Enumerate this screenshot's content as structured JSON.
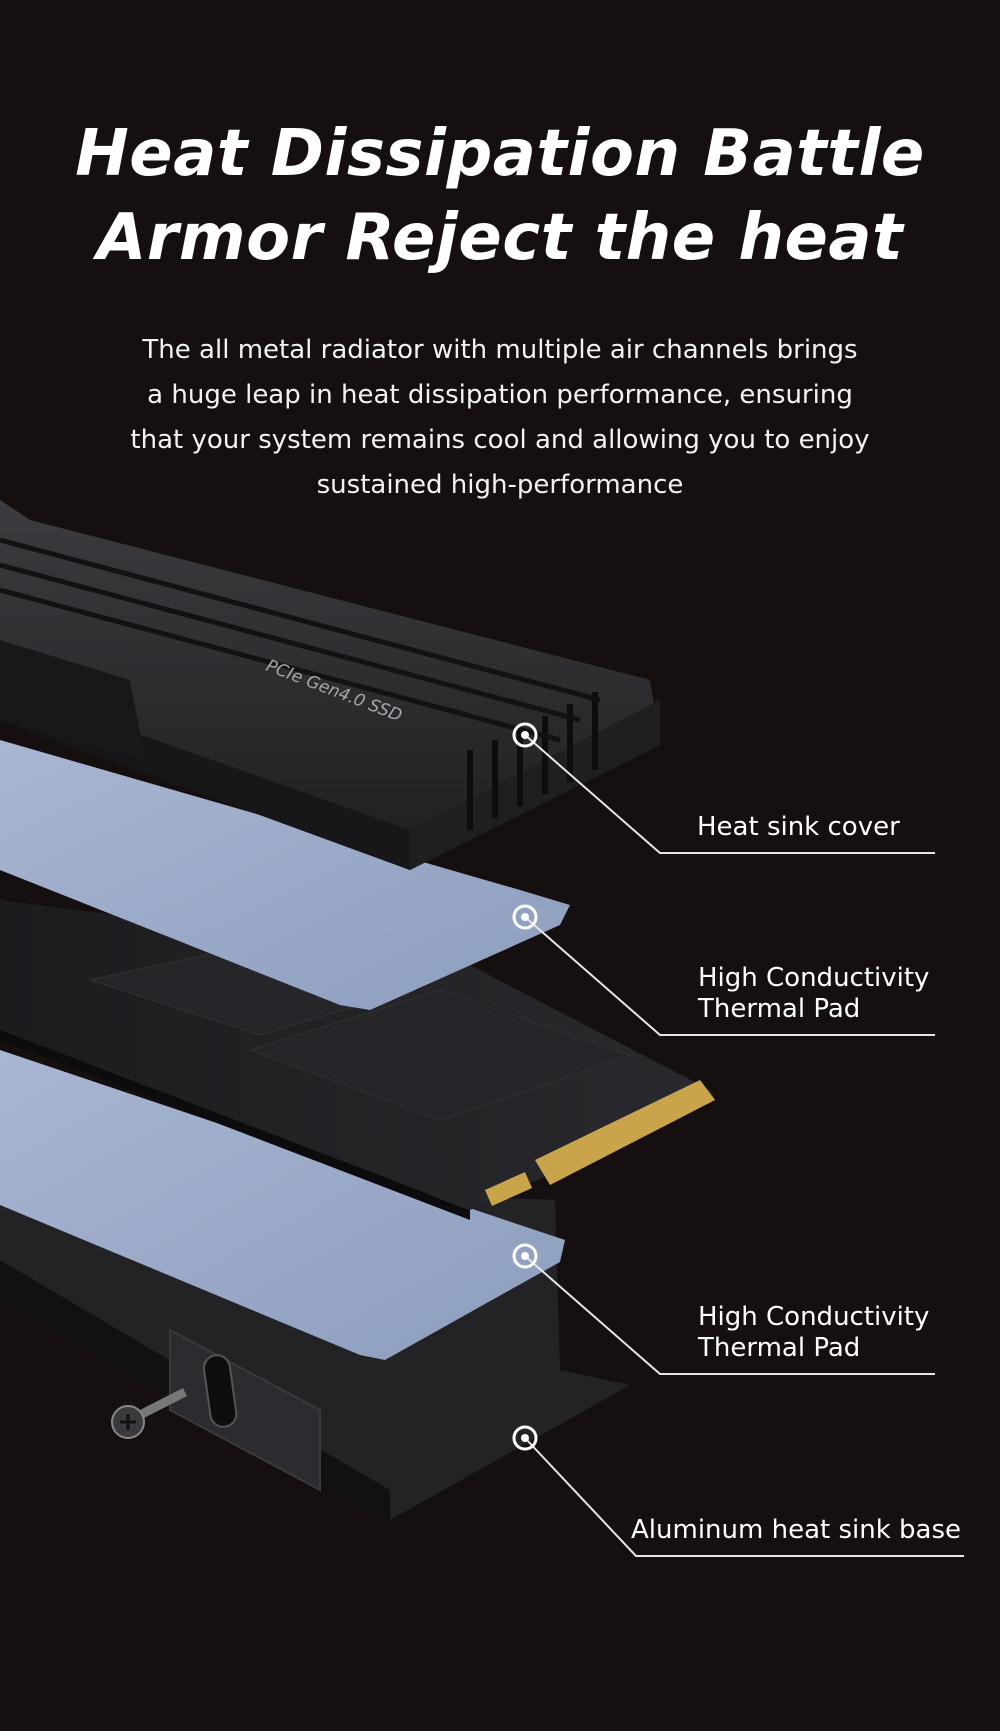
{
  "headline": {
    "line1": "Heat Dissipation Battle",
    "line2": "Armor Reject the heat"
  },
  "description": {
    "line1": "The all metal radiator with multiple air channels brings",
    "line2": "a huge leap in heat dissipation performance, ensuring",
    "line3": "that your system remains cool and allowing you to enjoy",
    "line4": "sustained high-performance"
  },
  "product": {
    "engraving": "PCIe Gen4.0 SSD"
  },
  "callouts": [
    {
      "line1": "Heat sink cover",
      "line2": ""
    },
    {
      "line1": "High Conductivity",
      "line2": "Thermal Pad"
    },
    {
      "line1": "High Conductivity",
      "line2": "Thermal Pad"
    },
    {
      "line1": "Aluminum heat sink base",
      "line2": ""
    }
  ],
  "colors": {
    "background": "#160f0f",
    "text": "#ffffff",
    "thermal_pad": "#9aaac8",
    "heatsink": "#2e2e31",
    "gold_contacts": "#c9a44a"
  },
  "icons": {
    "screw": "screw-icon",
    "callout_marker": "ring-marker-icon"
  }
}
